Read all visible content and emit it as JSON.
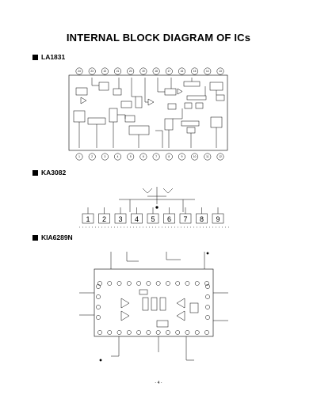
{
  "page": {
    "title": "INTERNAL BLOCK DIAGRAM OF ICs",
    "page_number": "- 4 -"
  },
  "sections": [
    {
      "id": "la1831",
      "label": "LA1831"
    },
    {
      "id": "ka3082",
      "label": "KA3082"
    },
    {
      "id": "kia6289n",
      "label": "KIA6289N"
    }
  ],
  "la1831": {
    "top_pins": [
      "24",
      "23",
      "22",
      "21",
      "20",
      "19",
      "18",
      "17",
      "16",
      "15",
      "14",
      "13"
    ],
    "bottom_pins": [
      "1",
      "2",
      "3",
      "4",
      "5",
      "6",
      "7",
      "8",
      "9",
      "10",
      "11",
      "12"
    ]
  },
  "ka3082": {
    "pins": [
      "1",
      "2",
      "3",
      "4",
      "5",
      "6",
      "7",
      "8",
      "9"
    ]
  }
}
